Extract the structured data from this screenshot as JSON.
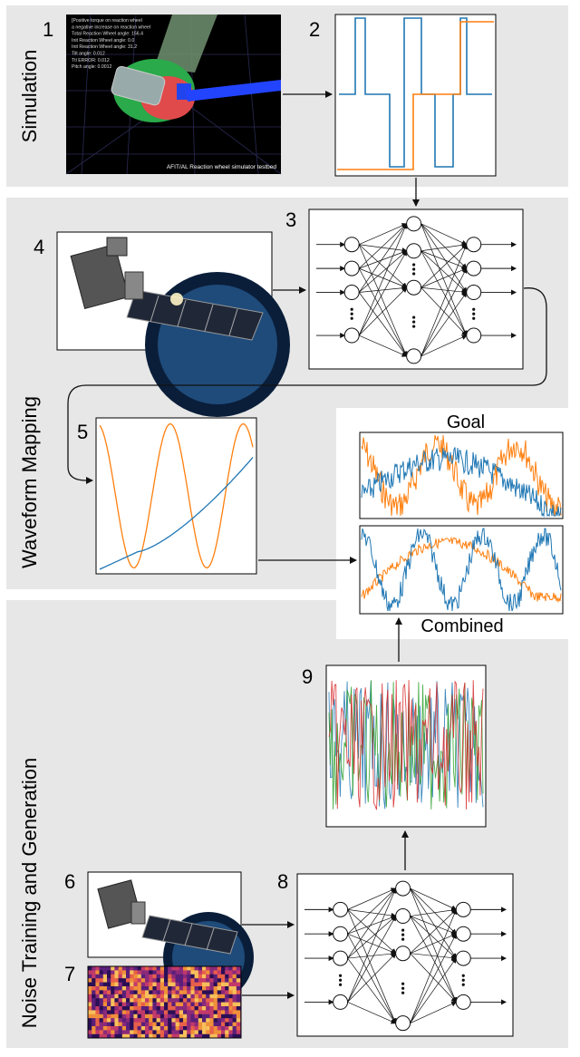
{
  "sections": {
    "simulation": "Simulation",
    "waveform": "Waveform Mapping",
    "noise": "Noise Training and Generation"
  },
  "numbers": [
    "1",
    "2",
    "3",
    "4",
    "5",
    "6",
    "7",
    "8",
    "9"
  ],
  "sim_screen": {
    "lines": [
      "[Positive torque on reaction wheel",
      "a negative increase on reaction wheel",
      "Total Reaction Wheel angle: 156.4",
      "Init Reaction Wheel angle: 0.0",
      "Init Reaction Wheel angle: 31.2",
      "Tilt angle: 0.012",
      "Ttl ERROR: 0.012",
      "Pitch angle: 0.0012"
    ],
    "caption": "AFIT/AL Reaction wheel simulator testbed"
  },
  "labels": {
    "goal": "Goal",
    "combined": "Combined"
  },
  "colors": {
    "panel_bg": "#e7e7e7",
    "blue": "#1f77b4",
    "orange": "#ff7f0e",
    "green": "#2ca02c",
    "red": "#d62728",
    "sim_bg": "#000000"
  }
}
